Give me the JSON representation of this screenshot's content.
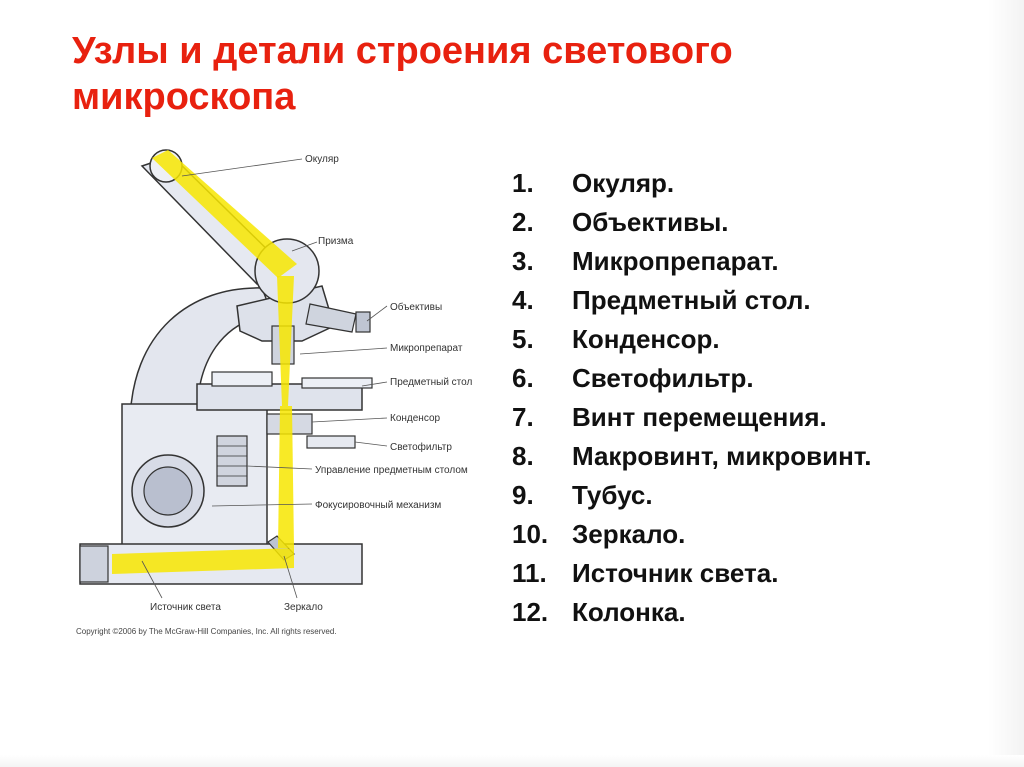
{
  "slide": {
    "title": "Узлы и детали строения светового микроскопа",
    "accent_color": "#e8210f",
    "light_path_color": "#f7e600"
  },
  "diagram": {
    "labels": {
      "ocular": "Окуляр",
      "prism": "Призма",
      "objectives": "Объективы",
      "specimen": "Микропрепарат",
      "stage": "Предметный стол",
      "condenser": "Конденсор",
      "filter": "Светофильтр",
      "stage_control": "Управление предметным столом",
      "focus": "Фокусировочный механизм",
      "light_source": "Источник света",
      "mirror": "Зеркало"
    },
    "copyright": "Copyright ©2006 by The McGraw-Hill Companies, Inc.  All rights reserved."
  },
  "parts_list": [
    {
      "num": "1.",
      "text": "Окуляр."
    },
    {
      "num": "2.",
      "text": "Объективы."
    },
    {
      "num": "3.",
      "text": "Микропрепарат."
    },
    {
      "num": "4.",
      "text": "Предметный стол."
    },
    {
      "num": "5.",
      "text": "Конденсор."
    },
    {
      "num": "6.",
      "text": "Светофильтр."
    },
    {
      "num": "7.",
      "text": "Винт перемещения."
    },
    {
      "num": "8.",
      "text": "Макровинт, микровинт."
    },
    {
      "num": "9.",
      "text": "Тубус."
    },
    {
      "num": "10.",
      "text": "Зеркало."
    },
    {
      "num": "11.",
      "text": "Источник света."
    },
    {
      "num": "12.",
      "text": "Колонка."
    }
  ]
}
